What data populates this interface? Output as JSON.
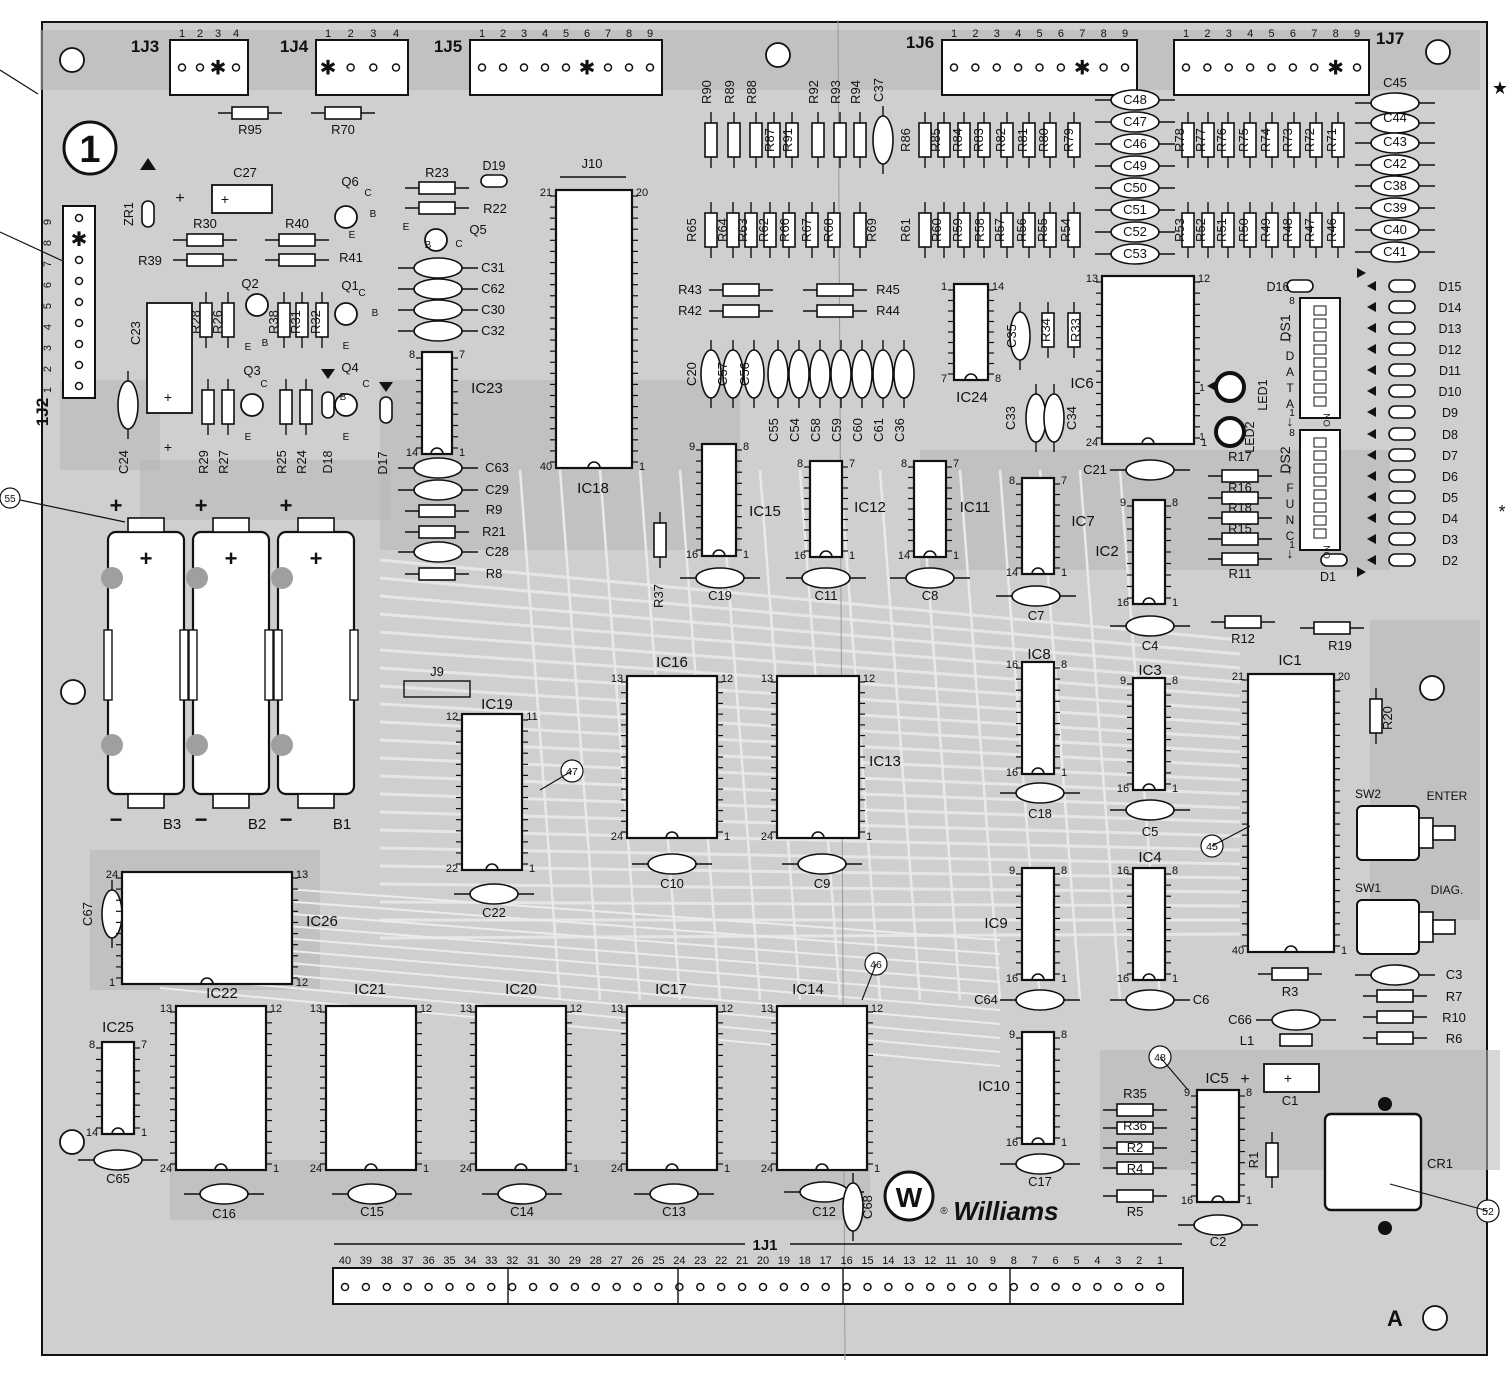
{
  "board": {
    "board_number": "1",
    "corner_mark": "A",
    "logo_text": "Williams",
    "logo_letter": "W",
    "registered_mark": "®",
    "star_glyph": "★",
    "asterisk_glyph": "*"
  },
  "callouts": [
    "55",
    "47",
    "45",
    "46",
    "48",
    "52"
  ],
  "headers": [
    {
      "id": "1J3",
      "pins": [
        "1",
        "2",
        "3",
        "4"
      ]
    },
    {
      "id": "1J4",
      "pins": [
        "1",
        "2",
        "3",
        "4"
      ]
    },
    {
      "id": "1J5",
      "pins": [
        "1",
        "2",
        "3",
        "4",
        "5",
        "6",
        "7",
        "8",
        "9"
      ]
    },
    {
      "id": "1J6",
      "pins": [
        "1",
        "2",
        "3",
        "4",
        "5",
        "6",
        "7",
        "8",
        "9"
      ]
    },
    {
      "id": "1J7",
      "pins": [
        "1",
        "2",
        "3",
        "4",
        "5",
        "6",
        "7",
        "8",
        "9"
      ]
    },
    {
      "id": "1J2",
      "pins": [
        "1",
        "2",
        "3",
        "4",
        "5",
        "6",
        "7",
        "8",
        "9"
      ]
    }
  ],
  "connector_1j1": {
    "label": "1J1",
    "pins": [
      "40",
      "39",
      "38",
      "37",
      "36",
      "35",
      "34",
      "33",
      "32",
      "31",
      "30",
      "29",
      "28",
      "27",
      "26",
      "25",
      "24",
      "23",
      "22",
      "21",
      "20",
      "19",
      "18",
      "17",
      "16",
      "15",
      "14",
      "13",
      "12",
      "11",
      "10",
      "9",
      "8",
      "7",
      "6",
      "5",
      "4",
      "3",
      "2",
      "1"
    ]
  },
  "resistors": [
    "R95",
    "R70",
    "R23",
    "R22",
    "R30",
    "R40",
    "R39",
    "R41",
    "R28",
    "R26",
    "R38",
    "R31",
    "R32",
    "R29",
    "R27",
    "R25",
    "R24",
    "R9",
    "R21",
    "R8",
    "R37",
    "R43",
    "R42",
    "R45",
    "R44",
    "R90",
    "R89",
    "R88",
    "R87",
    "R91",
    "R92",
    "R93",
    "R94",
    "R65",
    "R64",
    "R63",
    "R62",
    "R66",
    "R67",
    "R68",
    "R69",
    "R86",
    "R85",
    "R84",
    "R83",
    "R82",
    "R81",
    "R80",
    "R79",
    "R61",
    "R60",
    "R59",
    "R58",
    "R57",
    "R56",
    "R55",
    "R54",
    "R78",
    "R77",
    "R76",
    "R75",
    "R74",
    "R73",
    "R72",
    "R71",
    "R53",
    "R52",
    "R51",
    "R50",
    "R49",
    "R48",
    "R47",
    "R46",
    "R34",
    "R33",
    "R17",
    "R16",
    "R18",
    "R15",
    "R11",
    "R12",
    "R19",
    "R20",
    "R3",
    "R7",
    "R10",
    "R6",
    "R35",
    "R36",
    "R2",
    "R4",
    "R5",
    "R1"
  ],
  "capacitors": [
    "C27",
    "C23",
    "C24",
    "C31",
    "C62",
    "C30",
    "C32",
    "C63",
    "C29",
    "C28",
    "C37",
    "C20",
    "C57",
    "C56",
    "C55",
    "C54",
    "C58",
    "C59",
    "C60",
    "C61",
    "C36",
    "C48",
    "C47",
    "C46",
    "C49",
    "C50",
    "C51",
    "C52",
    "C53",
    "C45",
    "C44",
    "C43",
    "C42",
    "C38",
    "C39",
    "C40",
    "C41",
    "C35",
    "C33",
    "C34",
    "C21",
    "C19",
    "C11",
    "C8",
    "C7",
    "C4",
    "C22",
    "C10",
    "C9",
    "C18",
    "C5",
    "C64",
    "C6",
    "C3",
    "C66",
    "C1",
    "C17",
    "C2",
    "C65",
    "C16",
    "C15",
    "C14",
    "C13",
    "C12",
    "C68",
    "C67"
  ],
  "ics": [
    "IC23",
    "IC18",
    "IC24",
    "IC6",
    "IC15",
    "IC12",
    "IC11",
    "IC7",
    "IC2",
    "IC16",
    "IC13",
    "IC19",
    "IC8",
    "IC3",
    "IC1",
    "IC9",
    "IC4",
    "IC10",
    "IC5",
    "IC26",
    "IC22",
    "IC21",
    "IC20",
    "IC17",
    "IC14",
    "IC25"
  ],
  "diodes": [
    "D19",
    "ZR1",
    "D18",
    "D17",
    "D16",
    "D15",
    "D14",
    "D13",
    "D12",
    "D11",
    "D10",
    "D9",
    "D8",
    "D7",
    "D6",
    "D5",
    "D4",
    "D3",
    "D2",
    "D1"
  ],
  "transistors": [
    "Q6",
    "Q5",
    "Q2",
    "Q1",
    "Q3",
    "Q4"
  ],
  "jumpers": [
    "J10",
    "J9"
  ],
  "batteries": [
    "B3",
    "B2",
    "B1"
  ],
  "switches": [
    {
      "ref": "SW2",
      "caption": "ENTER"
    },
    {
      "ref": "SW1",
      "caption": "DIAG."
    }
  ],
  "displays": [
    {
      "ref": "DS1",
      "side_text": "DATA",
      "arrow_top": "↑",
      "arrow_bottom": "↓",
      "pin_top": "8",
      "pin_bottom": "1",
      "on_label": "ON"
    },
    {
      "ref": "DS2",
      "side_text": "FUNC",
      "arrow_top": "↑",
      "arrow_bottom": "↓",
      "pin_top": "8",
      "pin_bottom": "1",
      "on_label": "ON"
    }
  ],
  "leds": [
    "LED1",
    "LED2"
  ],
  "led_pins": [
    "1",
    "1"
  ],
  "crystal": "CR1",
  "inductor": "L1",
  "polarity": {
    "plus": "+",
    "minus": "−"
  },
  "transistor_pins": {
    "b": "B",
    "c": "C",
    "e": "E"
  }
}
